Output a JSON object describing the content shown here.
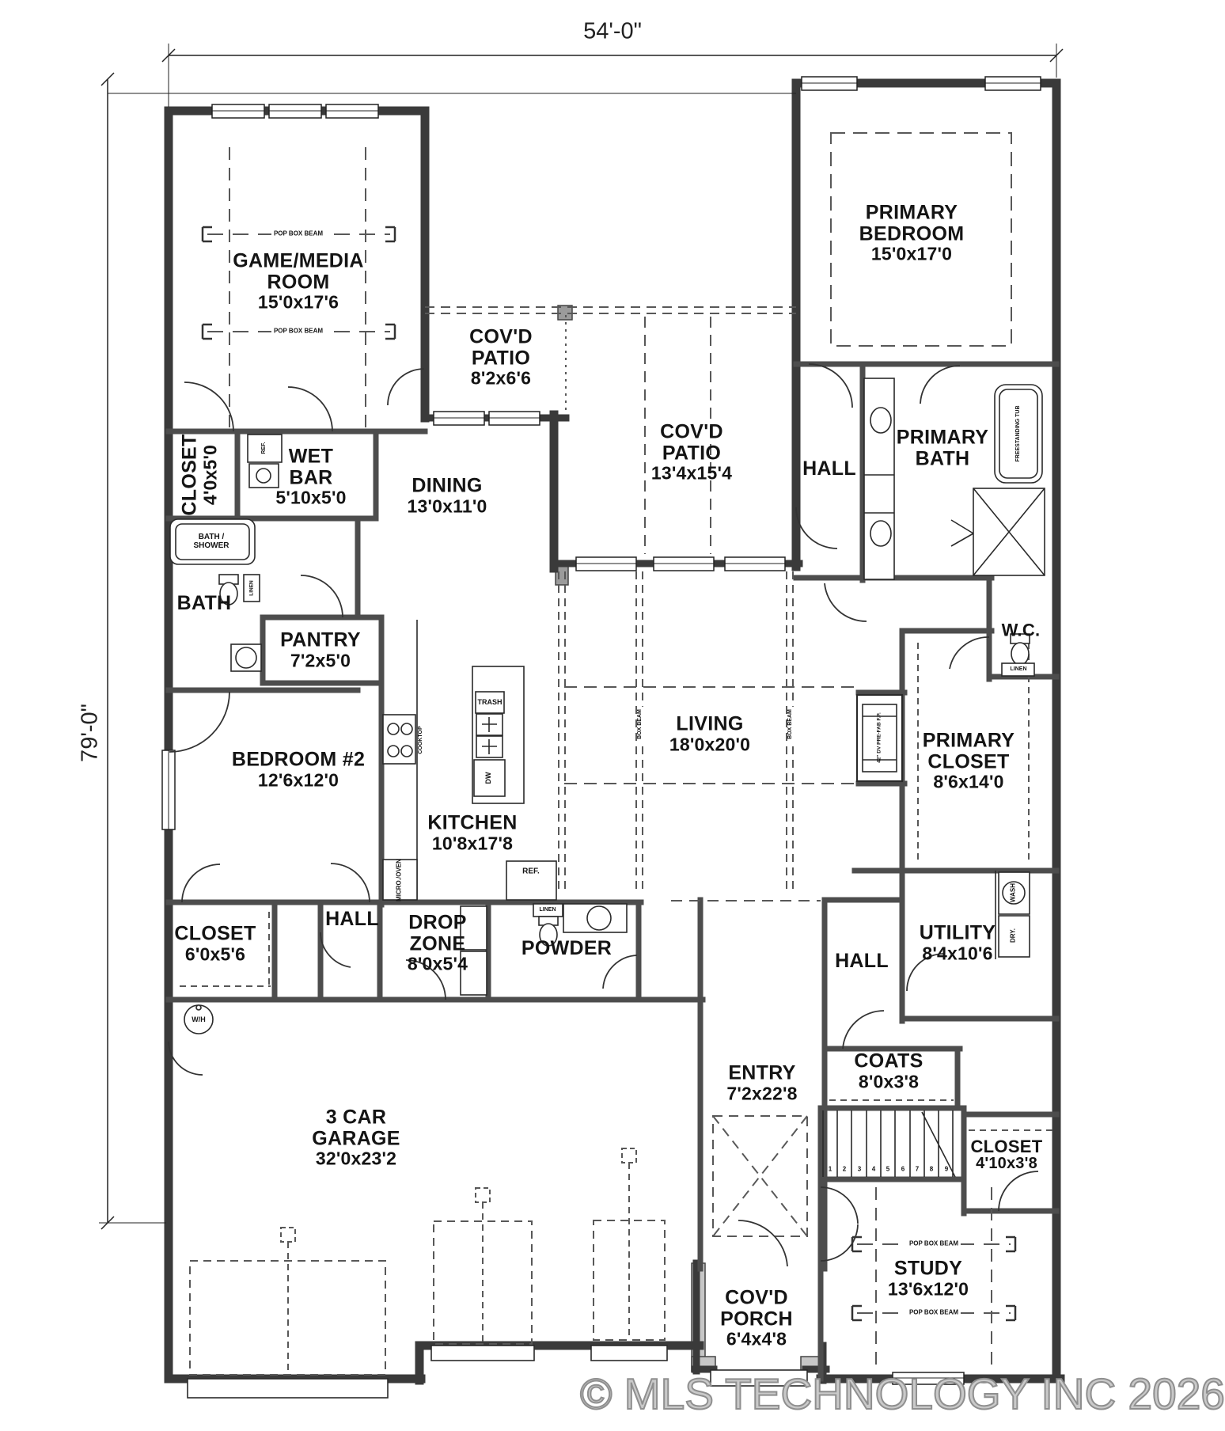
{
  "watermark": "© MLS TECHNOLOGY INC 2026",
  "dims": {
    "top": "54'-0\"",
    "left": "79'-0\""
  },
  "rooms": [
    {
      "l1": "GAME/MEDIA",
      "l2": "ROOM",
      "size": "15'0x17'6"
    },
    {
      "l1": "PRIMARY",
      "l2": "BEDROOM",
      "size": "15'0x17'0"
    },
    {
      "l1": "COV'D",
      "l2": "PATIO",
      "size": "8'2x6'6"
    },
    {
      "l1": "COV'D",
      "l2": "PATIO",
      "size": "13'4x15'4"
    },
    {
      "l1": "HALL"
    },
    {
      "l1": "PRIMARY",
      "l2": "BATH"
    },
    {
      "l1": "CLOSET",
      "size": "4'0x5'0"
    },
    {
      "l1": "WET",
      "l2": "BAR",
      "size": "5'10x5'0"
    },
    {
      "l1": "DINING",
      "size": "13'0x11'0"
    },
    {
      "l1": "BATH"
    },
    {
      "l1": "PANTRY",
      "size": "7'2x5'0"
    },
    {
      "l1": "W.C."
    },
    {
      "l1": "BEDROOM #2",
      "size": "12'6x12'0"
    },
    {
      "l1": "LIVING",
      "size": "18'0x20'0"
    },
    {
      "l1": "PRIMARY",
      "l2": "CLOSET",
      "size": "8'6x14'0"
    },
    {
      "l1": "KITCHEN",
      "size": "10'8x17'8"
    },
    {
      "l1": "CLOSET",
      "size": "6'0x5'6"
    },
    {
      "l1": "HALL"
    },
    {
      "l1": "DROP",
      "l2": "ZONE",
      "size": "8'0x5'4"
    },
    {
      "l1": "POWDER"
    },
    {
      "l1": "HALL"
    },
    {
      "l1": "UTILITY",
      "size": "8'4x10'6"
    },
    {
      "l1": "3 CAR",
      "l2": "GARAGE",
      "size": "32'0x23'2"
    },
    {
      "l1": "ENTRY",
      "size": "7'2x22'8"
    },
    {
      "l1": "COATS",
      "size": "8'0x3'8"
    },
    {
      "l1": "CLOSET",
      "size": "4'10x3'8"
    },
    {
      "l1": "STUDY",
      "size": "13'6x12'0"
    },
    {
      "l1": "COV'D",
      "l2": "PORCH",
      "size": "6'4x4'8"
    }
  ],
  "fixtures": {
    "bath_shower_1": "BATH /",
    "bath_shower_2": "SHOWER",
    "ref_small": "REF.",
    "linen": "LINEN",
    "trash": "TRASH",
    "dw": "DW",
    "ref": "REF.",
    "micro": "MICRO./OVEN",
    "cooktop": "COOKTOP",
    "wash": "WASH",
    "dry": "DRY.",
    "wh": "W/H",
    "tub": "FREESTANDING TUB",
    "fireplace": "42\" DV PRE-FAB F.P.",
    "box_beam": "BOX BEAM",
    "pop_beam": "POP BOX BEAM"
  },
  "stairs": [
    "1",
    "2",
    "3",
    "4",
    "5",
    "6",
    "7",
    "8",
    "9"
  ]
}
